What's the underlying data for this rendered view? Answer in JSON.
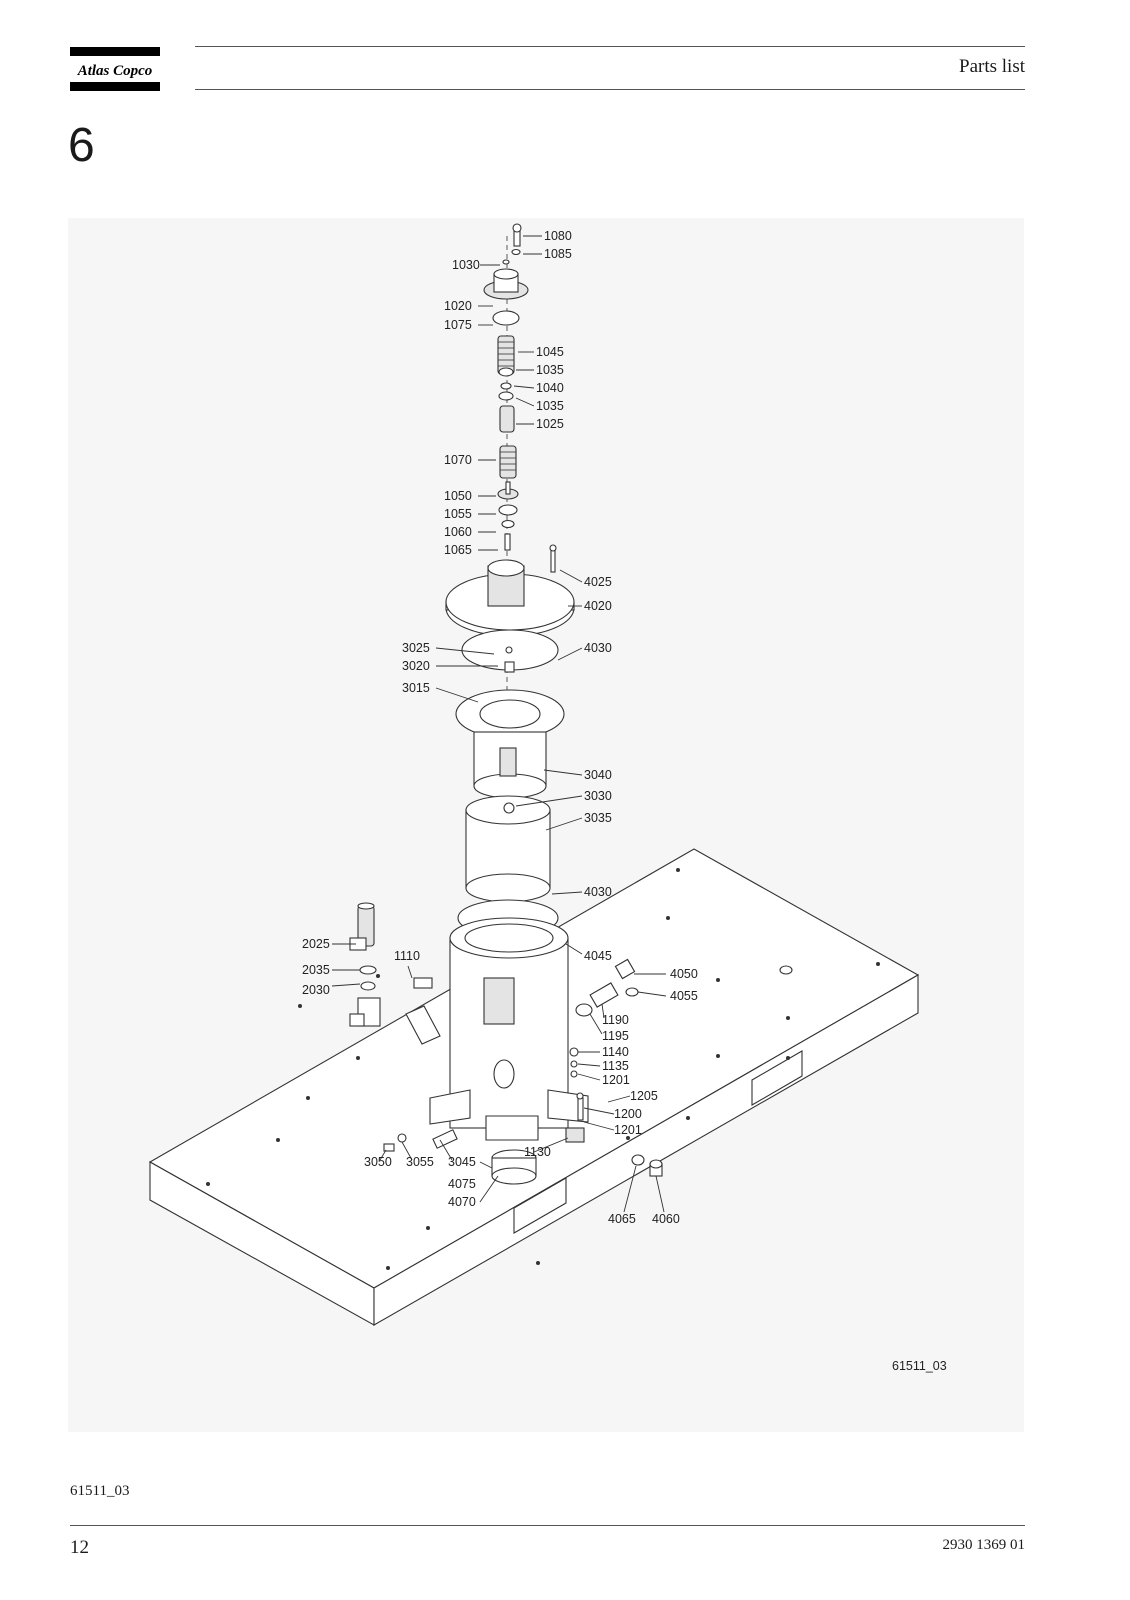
{
  "header": {
    "logo_text": "Atlas Copco",
    "section_title": "Parts list"
  },
  "chapter_number": "6",
  "figure": {
    "drawing_id": "61511_03",
    "callouts": [
      "1080",
      "1085",
      "1030",
      "1020",
      "1075",
      "1045",
      "1035",
      "1040",
      "1035",
      "1025",
      "1070",
      "1050",
      "1055",
      "1060",
      "1065",
      "4025",
      "4020",
      "3025",
      "3020",
      "4030",
      "3015",
      "3040",
      "3030",
      "3035",
      "4030",
      "2025",
      "1110",
      "4045",
      "2035",
      "2030",
      "4050",
      "4055",
      "1190",
      "1195",
      "1140",
      "1135",
      "1201",
      "1205",
      "1200",
      "1201",
      "1130",
      "3050",
      "3055",
      "3045",
      "4075",
      "4070",
      "4065",
      "4060"
    ]
  },
  "figure_caption": "61511_03",
  "footer": {
    "page_number": "12",
    "document_number": "2930 1369 01"
  },
  "colors": {
    "figure_background": "#f6f6f6",
    "rule_color": "#555555",
    "logo_color": "#000000"
  }
}
